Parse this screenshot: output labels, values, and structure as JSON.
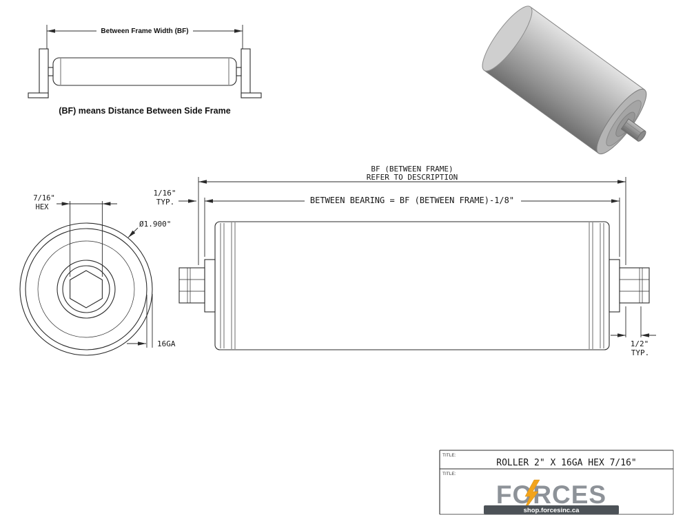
{
  "frame_diagram": {
    "width_label": "Between Frame Width (BF)",
    "caption": "(BF) means Distance Between Side Frame"
  },
  "end_view": {
    "hex_size": "7/16\"",
    "hex_word": "HEX",
    "diameter": "Ø1.900\"",
    "gauge": "16GA"
  },
  "side_view": {
    "bf_line1": "BF (BETWEEN FRAME)",
    "bf_line2": "REFER TO DESCRIPTION",
    "between_bearing": "BETWEEN BEARING = BF (BETWEEN FRAME)-1/8\"",
    "gap_size": "1/16\"",
    "gap_typ": "TYP.",
    "shaft_ext_size": "1/2\"",
    "shaft_ext_typ": "TYP."
  },
  "title_block": {
    "title_label_1": "TITLE:",
    "title_label_2": "TITLE:",
    "title": "ROLLER 2\" X 16GA HEX 7/16\"",
    "brand_f": "F",
    "brand_o": "O",
    "brand_rest": "RCES",
    "website": "shop.forcesinc.ca"
  },
  "colors": {
    "brand_gray": "#8d9298",
    "bolt_orange": "#f2a41c",
    "website_bar": "#4c5257",
    "website_text": "#ffffff"
  }
}
